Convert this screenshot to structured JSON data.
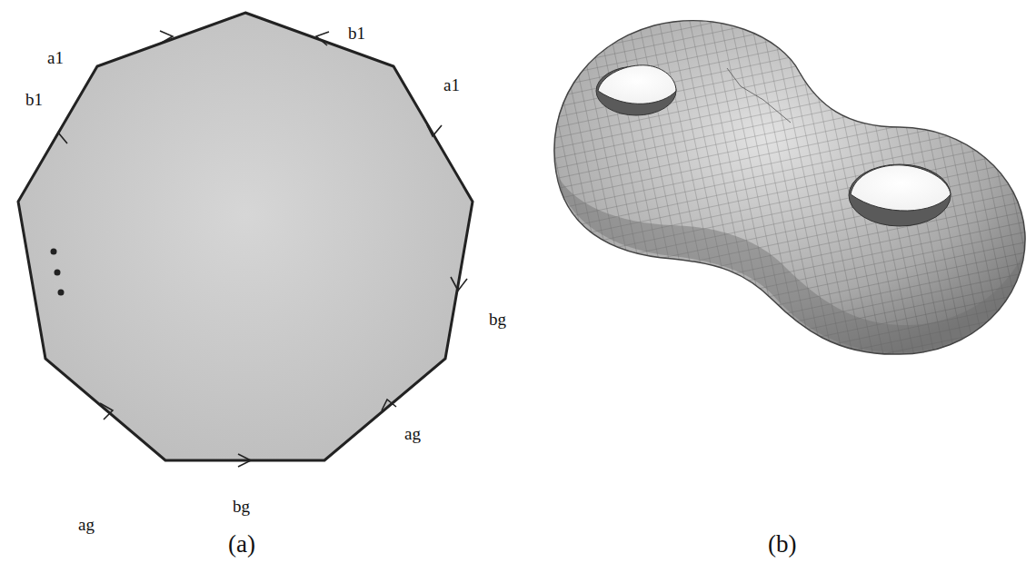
{
  "diagram": {
    "labels": [
      "a1",
      "b1",
      "b1",
      "a1",
      "bg",
      "ag",
      "ag",
      "bg",
      "(a)",
      "(b)"
    ]
  }
}
